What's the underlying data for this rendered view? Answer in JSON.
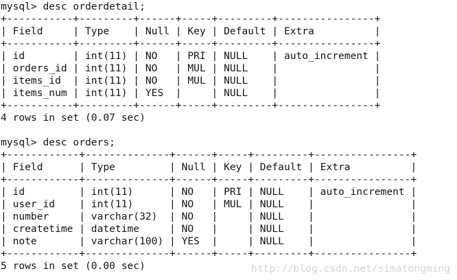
{
  "session": {
    "query1": {
      "prompt": "mysql> desc orderdetail;",
      "border": "+-----------+---------+------+-----+---------+----------------+",
      "header": "| Field     | Type    | Null | Key | Default | Extra          |",
      "rows": [
        "| id        | int(11) | NO   | PRI | NULL    | auto_increment |",
        "| orders_id | int(11) | NO   | MUL | NULL    |                |",
        "| items_id  | int(11) | NO   | MUL | NULL    |                |",
        "| items_num | int(11) | YES  |     | NULL    |                |"
      ],
      "summary": "4 rows in set (0.07 sec)"
    },
    "query2": {
      "prompt": "mysql> desc orders;",
      "border": "+------------+--------------+------+-----+---------+----------------+",
      "header": "| Field      | Type         | Null | Key | Default | Extra          |",
      "rows": [
        "| id         | int(11)      | NO   | PRI | NULL    | auto_increment |",
        "| user_id    | int(11)      | NO   | MUL | NULL    |                |",
        "| number     | varchar(32)  | NO   |     | NULL    |                |",
        "| createtime | datetime     | NO   |     | NULL    |                |",
        "| note       | varchar(100) | YES  |     | NULL    |                |"
      ],
      "summary": "5 rows in set (0.00 sec)"
    },
    "watermark": "http://blog.csdn.net/simatongming"
  },
  "colors": {
    "background": "#ffffff",
    "text": "#141414",
    "watermark": "#d4d4d4"
  }
}
